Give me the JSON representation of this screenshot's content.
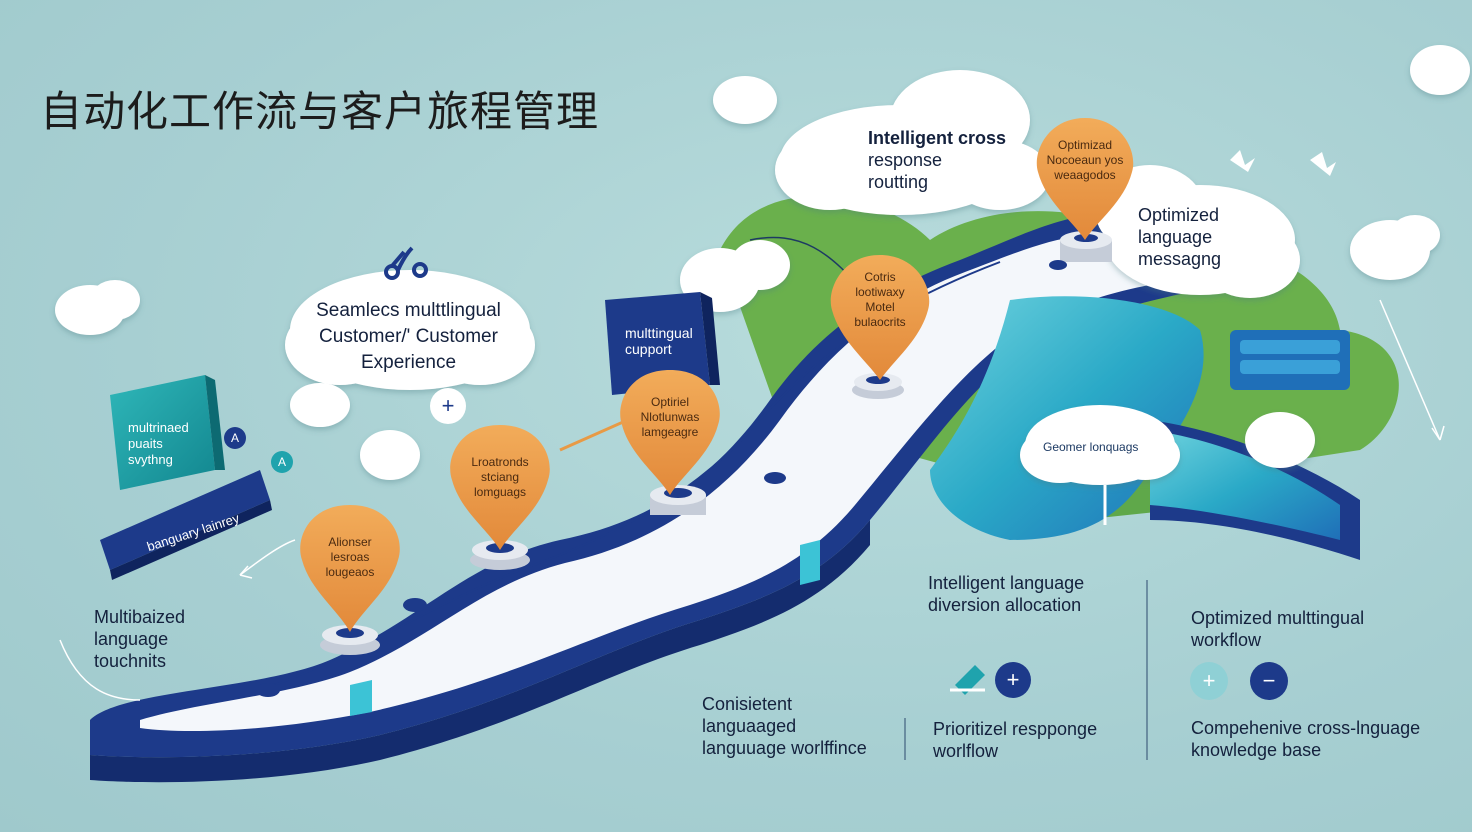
{
  "title": "自动化工作流与客户旅程管理",
  "labels": {
    "intelligent_cross": [
      "Intelligent cross",
      "response",
      "routting"
    ],
    "optimized_language": [
      "Optimized",
      "language",
      "messagng"
    ],
    "seamless": [
      "Seamlecs multtlingual",
      "Customer/' Customer",
      "Experience"
    ],
    "multilingual_support": [
      "multtingual",
      "cupport"
    ],
    "multilingual_card": [
      "multrinaed",
      "puaits",
      "svythng"
    ],
    "rail_label": "banguary lainrey",
    "multibaized": [
      "Multibaized",
      "language",
      "touchnits"
    ],
    "geomer": "Geomer lonquags",
    "intelligent_language": [
      "Intelligent language",
      "diversion allocation"
    ],
    "optimized_multilingual": [
      "Optimized multtingual",
      "workflow"
    ],
    "consistent": [
      "Conisietent",
      "languaaged",
      "languuage worlffince"
    ],
    "prioritized": [
      "Prioritizel respponge",
      "worlflow"
    ],
    "comprehensive": [
      "Compehenive cross-lnguage",
      "knowledge base"
    ]
  },
  "pins": [
    {
      "name": "pin-1",
      "text": [
        "Alionser",
        "lesroas",
        "lougeaos"
      ]
    },
    {
      "name": "pin-2",
      "text": [
        "Lroatronds",
        "stciang",
        "lomguags"
      ]
    },
    {
      "name": "pin-3",
      "text": [
        "Optiriel",
        "Nlotlunwas",
        "lamgeagre"
      ]
    },
    {
      "name": "pin-4",
      "text": [
        "Cotris",
        "lootiwaxy",
        "Motel",
        "bulaocrits"
      ]
    },
    {
      "name": "pin-5",
      "text": [
        "Optimizad",
        "Nocoeaun yos",
        "weaagodos"
      ]
    }
  ],
  "icons": {
    "plus_glyph": "+",
    "minus_glyph": "−",
    "card_badge_a": "A",
    "card_badge_b": "A"
  },
  "colors": {
    "navy": "#1d3a8a",
    "teal": "#1fa3ad",
    "orange": "#e89a45",
    "green": "#6ab04c",
    "cloud": "#ffffff"
  }
}
